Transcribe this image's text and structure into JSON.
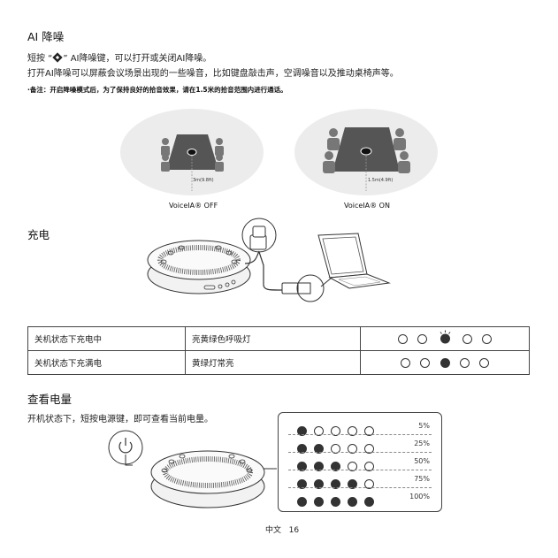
{
  "ai": {
    "title": "AI 降噪",
    "line1_pre": "短按 “",
    "line1_post": "” AI降噪键，可以打开或关闭AI降噪。",
    "line2": "打开AI降噪可以屏蔽会议场景出现的一些噪音，比如键盘敲击声，空调噪音以及推动桌椅声等。",
    "note": "·备注：开启降噪模式后，为了保持良好的拾音效果，请在1.5米的拾音范围内进行通话。",
    "off_label": "VoiceIA® OFF",
    "on_label": "VoiceIA® ON",
    "off_distance": "3m(9.8ft)",
    "on_distance": "1.5m(4.9ft)",
    "ai_icon": "ai-noise-diamond-icon"
  },
  "charge": {
    "title": "充电",
    "table": [
      {
        "state": "关机状态下充电中",
        "light": "亮黄绿色呼吸灯",
        "dots": [
          0,
          0,
          2,
          0,
          0
        ]
      },
      {
        "state": "关机状态下充满电",
        "light": "黄绿灯常亮",
        "dots": [
          0,
          0,
          1,
          0,
          0
        ]
      }
    ]
  },
  "battery": {
    "title": "查看电量",
    "desc": "开机状态下，短按电源键，即可查看当前电量。",
    "levels": [
      {
        "pct": "5%",
        "lit": 1
      },
      {
        "pct": "25%",
        "lit": 2
      },
      {
        "pct": "50%",
        "lit": 3
      },
      {
        "pct": "75%",
        "lit": 4
      },
      {
        "pct": "100%",
        "lit": 5
      }
    ]
  },
  "footer": {
    "lang": "中文",
    "page": "16"
  }
}
